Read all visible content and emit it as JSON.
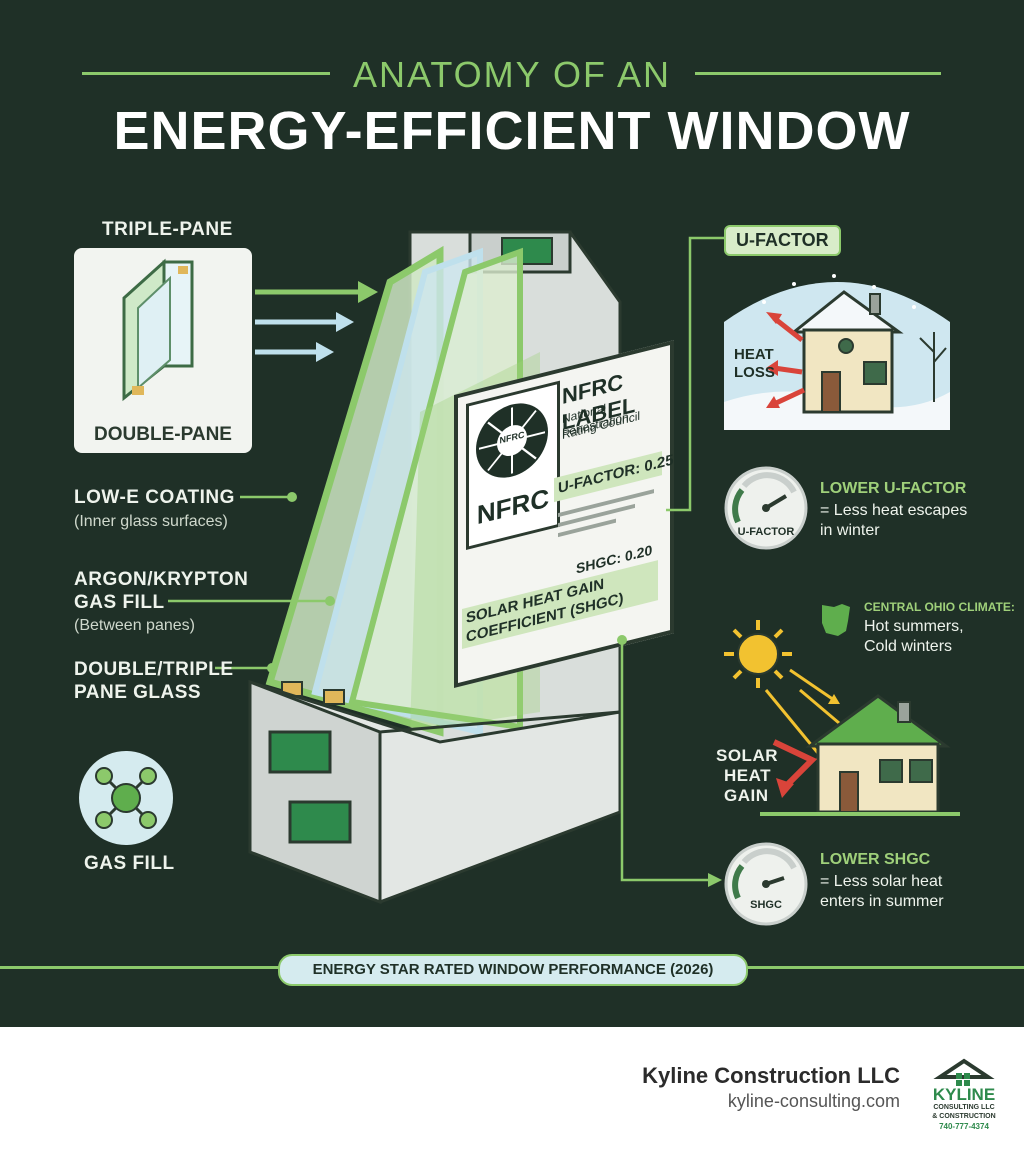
{
  "title": {
    "line1": "ANATOMY OF AN",
    "line2": "ENERGY-EFFICIENT WINDOW"
  },
  "pane_card": {
    "top_label": "TRIPLE-PANE",
    "bottom_label": "DOUBLE-PANE"
  },
  "left_labels": {
    "lowe_title": "LOW-E COATING",
    "lowe_sub": "(Inner glass surfaces)",
    "gas_title_1": "ARGON/KRYPTON",
    "gas_title_2": "GAS FILL",
    "gas_sub": "(Between panes)",
    "pane_title_1": "DOUBLE/TRIPLE",
    "pane_title_2": "PANE GLASS",
    "gasfill_label": "GAS FILL"
  },
  "nfrc_label": {
    "title": "NFRC LABEL",
    "org_1": "National Fenestration",
    "org_2": "Rating Council",
    "logo_small": "NFRC",
    "logo_big": "NFRC",
    "ufactor": "U-FACTOR: 0.25",
    "shgc": "SHGC: 0.20",
    "shgc_desc_1": "SOLAR HEAT GAIN",
    "shgc_desc_2": "COEFFICIENT (SHGC)"
  },
  "ufactor_panel": {
    "tag": "U-FACTOR",
    "heat_loss_1": "HEAT",
    "heat_loss_2": "LOSS",
    "gauge_label": "U-FACTOR",
    "title": "LOWER U-FACTOR",
    "desc_1": "= Less heat escapes",
    "desc_2": "in winter"
  },
  "climate": {
    "title": "CENTRAL OHIO CLIMATE:",
    "line1": "Hot summers,",
    "line2": "Cold winters"
  },
  "shgc_panel": {
    "solar_1": "SOLAR",
    "solar_2": "HEAT",
    "solar_3": "GAIN",
    "gauge_label": "SHGC",
    "title": "LOWER SHGC",
    "desc_1": "= Less solar heat",
    "desc_2": "enters in summer"
  },
  "banner": "ENERGY STAR RATED WINDOW PERFORMANCE (2026)",
  "footer": {
    "company": "Kyline Construction LLC",
    "url": "kyline-consulting.com",
    "logo_name": "KYLINE",
    "logo_sub_1": "CONSULTING LLC",
    "logo_sub_2": "& CONSTRUCTION",
    "logo_phone": "740-777-4374"
  },
  "colors": {
    "background": "#1f3027",
    "accent_green": "#8cc96b",
    "glass_blue": "#bfe0ec",
    "text_light": "#eef3ec",
    "arrow_red": "#d9443a",
    "sun_yellow": "#f2c230"
  },
  "icons": [
    "window-cross-section",
    "molecule-icon",
    "house-icon",
    "snowflake-icon",
    "sun-icon",
    "gauge-icon",
    "ohio-map-icon",
    "house-logo-icon"
  ]
}
